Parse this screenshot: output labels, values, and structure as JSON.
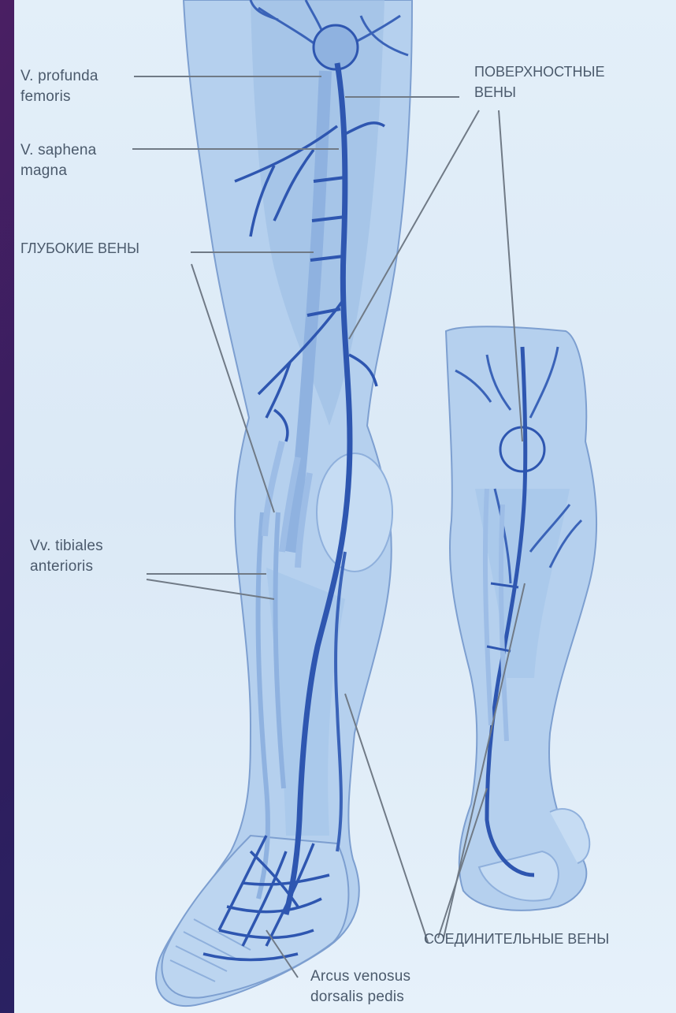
{
  "labels": {
    "profunda": "V. profunda\nfemoris",
    "saphena": "V. saphena\nmagna",
    "deep": "ГЛУБОКИЕ ВЕНЫ",
    "superficial": "ПОВЕРХНОСТНЫЕ\nВЕНЫ",
    "tibiales": "Vv. tibiales\nanterioris",
    "connecting": "СОЕДИНИТЕЛЬНЫЕ ВЕНЫ",
    "arcus": "Arcus venosus\ndorsalis pedis"
  },
  "colors": {
    "slide_background": "#3a1d5a",
    "plate": "#dfecf8",
    "leg_fill": "#a9c8ea",
    "vein_dark": "#2e56b0",
    "vein_light": "#8fb2e0",
    "label_text": "#4b5a6c",
    "leader_line": "#707a86"
  }
}
